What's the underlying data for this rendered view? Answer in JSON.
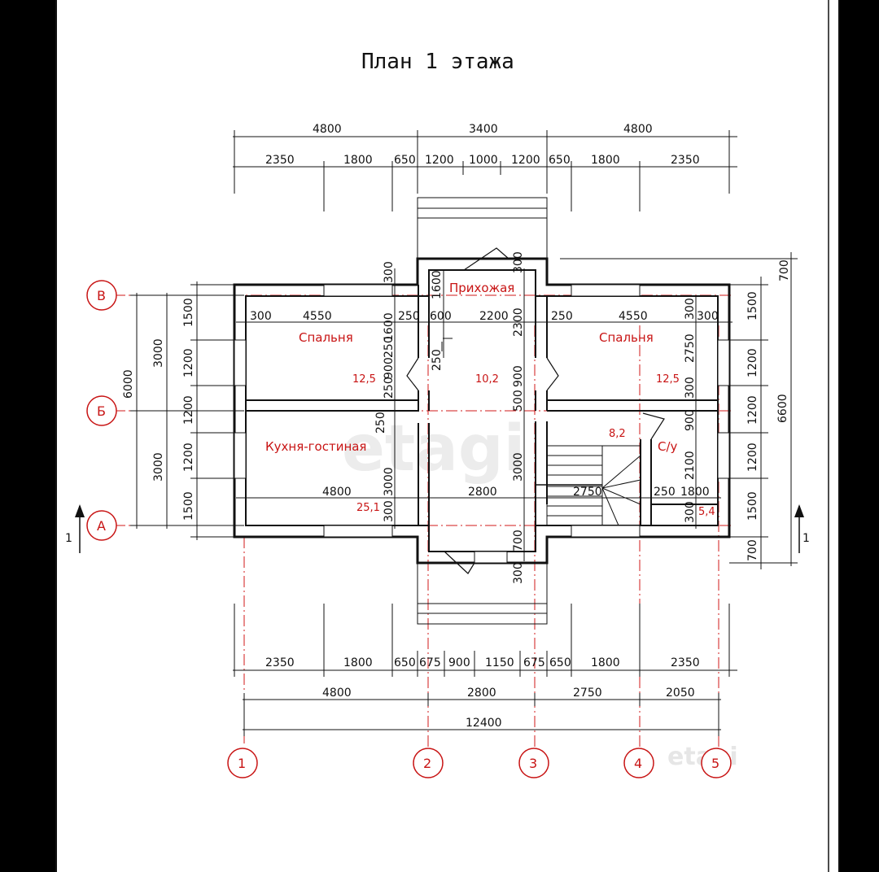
{
  "title": "План 1 этажа",
  "watermarks": [
    "etagi",
    "etagi"
  ],
  "rooms": {
    "bedroom_left": "Спальня",
    "bedroom_right": "Спальня",
    "hall": "Прихожая",
    "kitchen": "Кухня-гостиная",
    "bathroom": "С/у"
  },
  "areas": {
    "bedroom_left": "12,5",
    "hall": "10,2",
    "bedroom_right": "12,5",
    "stair": "8,2",
    "kitchen": "25,1",
    "bathroom": "5,4"
  },
  "axes_vertical": [
    "1",
    "2",
    "3",
    "4",
    "5"
  ],
  "axes_horizontal": [
    "В",
    "Б",
    "А"
  ],
  "section_marks": [
    "1",
    "1"
  ],
  "dims": {
    "top1": [
      "4800",
      "3400",
      "4800"
    ],
    "top2": [
      "2350",
      "1800",
      "650",
      "1200",
      "1000",
      "1200",
      "650",
      "1800",
      "2350"
    ],
    "bot1": [
      "2350",
      "1800",
      "650",
      "675",
      "900",
      "1150",
      "675",
      "650",
      "1800",
      "2350"
    ],
    "bot2": [
      "4800",
      "2800",
      "2750",
      "2050"
    ],
    "bot3": [
      "12400"
    ],
    "left_outer": [
      "6000"
    ],
    "left_mid": [
      "3000",
      "3000"
    ],
    "left_inner": [
      "1500",
      "1200",
      "1200",
      "1200",
      "1500"
    ],
    "right_outer": [
      "6600"
    ],
    "right_inner": [
      "700",
      "1500",
      "1200",
      "1200",
      "1200",
      "1500",
      "700"
    ],
    "interior": {
      "d300a": "300",
      "d4550a": "4550",
      "d250a": "250",
      "d600": "600",
      "d2200": "2200",
      "d250b": "250",
      "d4550b": "4550",
      "d300b": "300",
      "d300c": "300",
      "v1600a": "1600",
      "v1600b": "1600",
      "v300a": "300",
      "v250a": "250",
      "v900a": "900",
      "v250b": "250",
      "v250c": "250",
      "v3000a": "3000",
      "v300b": "300",
      "v2300": "2300",
      "v900b": "900",
      "v500": "500",
      "v3000b": "3000",
      "v700": "700",
      "v300c": "300",
      "v300d": "300",
      "v2750": "2750",
      "v250d": "250",
      "v900c": "900",
      "v2100": "2100",
      "v300e": "300",
      "v300f": "300",
      "h4800": "4800",
      "h2800": "2800",
      "h2750": "2750",
      "h250": "250",
      "h1800": "1800"
    }
  }
}
